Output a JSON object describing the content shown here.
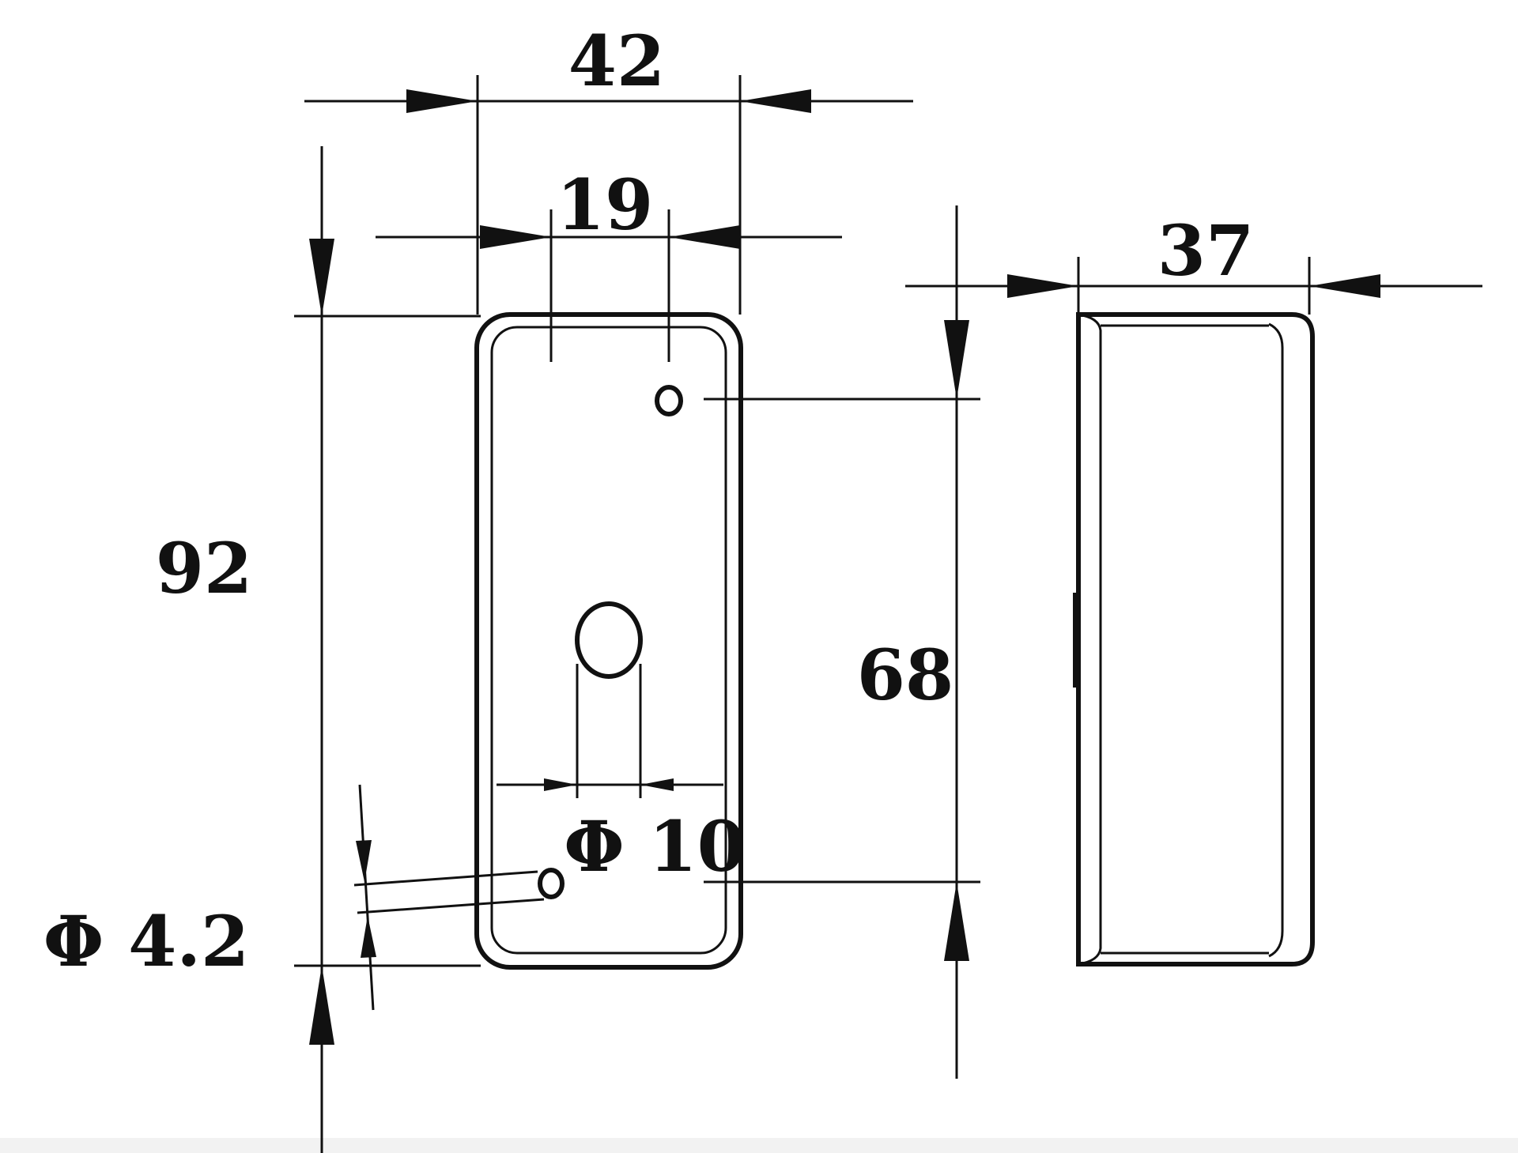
{
  "drawing": {
    "front_view": {
      "overall_width": "42",
      "hole_spacing": "19",
      "overall_height": "92",
      "hole_pitch_vertical": "68",
      "cable_hole_diameter": "Φ 10",
      "mount_hole_diameter": "Φ 4.2"
    },
    "side_view": {
      "depth": "37"
    }
  }
}
